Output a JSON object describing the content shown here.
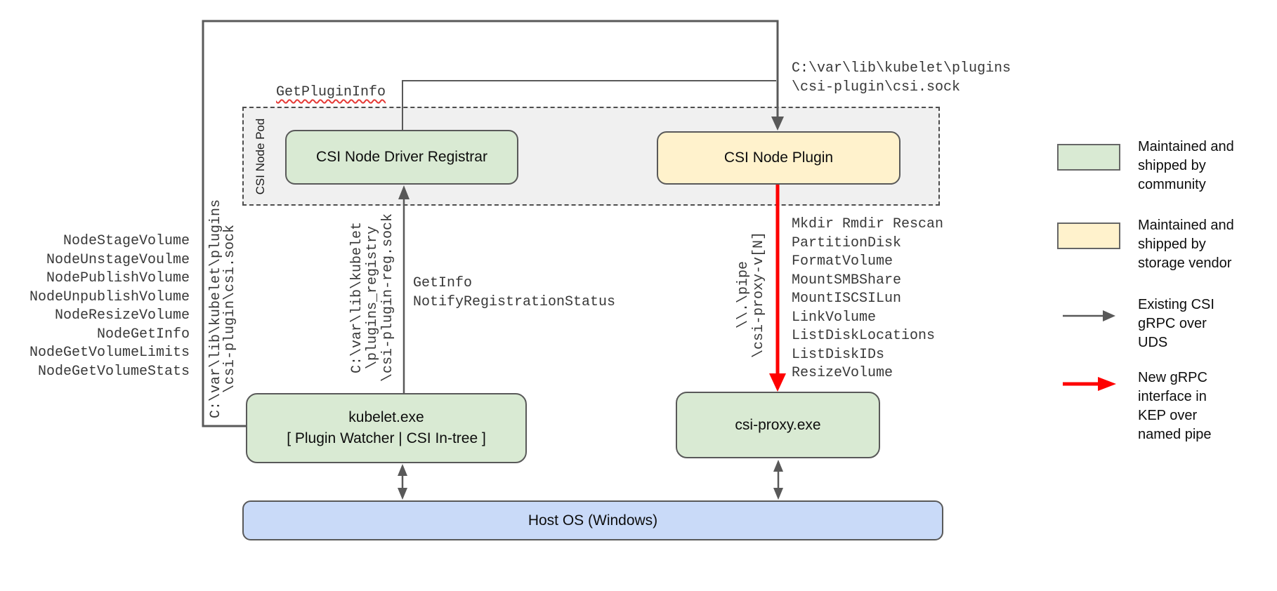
{
  "nodes": {
    "pod_label": "CSI Node Pod",
    "registrar": "CSI Node Driver Registrar",
    "plugin": "CSI Node Plugin",
    "kubelet": "kubelet.exe\n[ Plugin Watcher | CSI In-tree ]",
    "csi_proxy": "csi-proxy.exe",
    "host_os": "Host OS (Windows)"
  },
  "annotations": {
    "get_plugin_info": "GetPluginInfo",
    "csi_sock_path_top": "C:\\var\\lib\\kubelet\\plugins\n\\csi-plugin\\csi.sock",
    "csi_sock_path_left": "C:\\var\\lib\\kubelet\\plugins\n\\csi-plugin\\csi.sock",
    "registry_sock_path": "C:\\var\\lib\\kubelet\n\\plugins_registry\n\\csi-plugin-reg.sock",
    "named_pipe_path": "\\\\.\\pipe\n\\csi-proxy-v[N]",
    "registration_calls": "GetInfo\nNotifyRegistrationStatus",
    "node_calls": [
      "NodeStageVolume",
      "NodeUnstageVoulme",
      "NodePublishVolume",
      "NodeUnpublishVolume",
      "NodeResizeVolume",
      "NodeGetInfo",
      "NodeGetVolumeLimits",
      "NodeGetVolumeStats"
    ],
    "proxy_calls": [
      "Mkdir Rmdir Rescan",
      "PartitionDisk",
      "FormatVolume",
      "MountSMBShare",
      "MountISCSILun",
      "LinkVolume",
      "ListDiskLocations",
      "ListDiskIDs",
      "ResizeVolume"
    ]
  },
  "legend": [
    {
      "swatch": "community-green",
      "label": "Maintained and\nshipped by\ncommunity"
    },
    {
      "swatch": "vendor-yellow",
      "label": "Maintained and\nshipped by\nstorage vendor"
    },
    {
      "swatch": "gray-arrow",
      "label": "Existing CSI\ngRPC over\nUDS"
    },
    {
      "swatch": "red-arrow",
      "label": "New gRPC\ninterface in\nKEP over\nnamed pipe"
    }
  ],
  "colors": {
    "community_green": "#d9ead3",
    "vendor_yellow": "#fff2cc",
    "host_blue": "#c9daf8",
    "pod_gray": "#f0f0f0",
    "wire_gray": "#595959",
    "new_interface_red": "#fe0000",
    "squiggle_red": "#e53935"
  }
}
